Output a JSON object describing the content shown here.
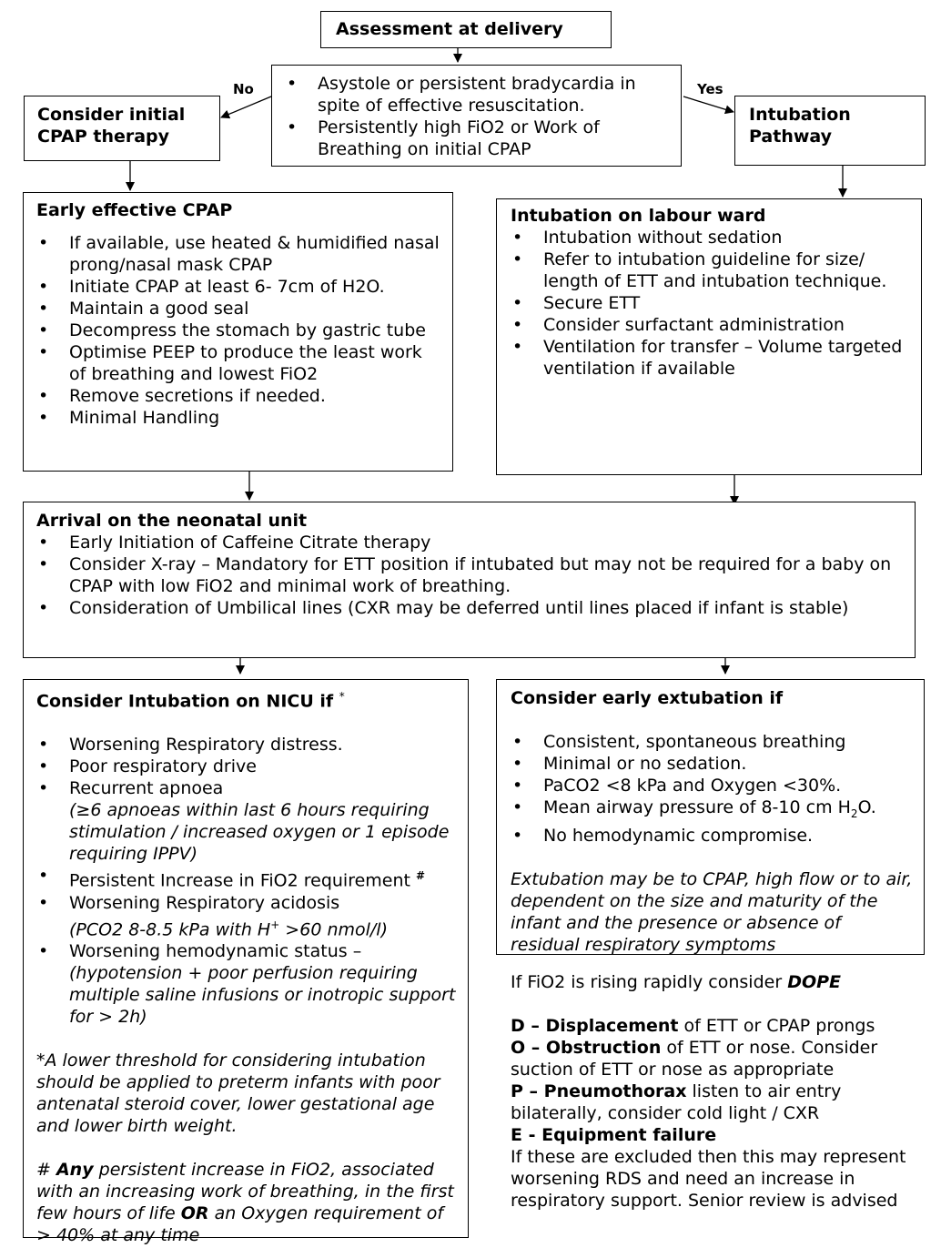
{
  "assessment": "Assessment at delivery",
  "criteria": {
    "items": [
      "Asystole or persistent bradycardia in spite of effective resuscitation.",
      "Persistently high FiO2 or Work of Breathing on initial CPAP"
    ]
  },
  "branch_labels": {
    "no": "No",
    "yes": "Yes"
  },
  "cpap_initial": "Consider initial CPAP therapy",
  "intubation_pathway": "Intubation Pathway",
  "early_cpap": {
    "title": "Early effective CPAP",
    "items": [
      "If available, use heated & humidified nasal prong/nasal mask CPAP",
      "Initiate CPAP at least 6- 7cm of H2O.",
      "Maintain a good seal",
      "Decompress the stomach by gastric tube",
      "Optimise PEEP to produce the least work of breathing and lowest FiO2",
      "Remove secretions if needed.",
      "Minimal Handling"
    ]
  },
  "labour_ward": {
    "title": "Intubation on labour ward",
    "items": [
      "Intubation without sedation",
      "Refer to intubation guideline for size/ length of ETT and intubation technique.",
      "Secure ETT",
      "Consider surfactant administration",
      "Ventilation for transfer – Volume targeted ventilation if available"
    ]
  },
  "arrival": {
    "title": "Arrival on the neonatal unit",
    "items": [
      "Early Initiation of Caffeine Citrate therapy",
      "Consider X-ray – Mandatory for ETT position if intubated but may not be required for a baby on CPAP with low FiO2 and minimal work of breathing.",
      "Consideration of Umbilical lines  (CXR may be deferred until lines placed if infant is stable)"
    ]
  },
  "nicu": {
    "title": "Consider Intubation on NICU if",
    "title_mark": "*",
    "items": {
      "i1": "Worsening Respiratory distress.",
      "i2": "Poor respiratory drive",
      "i3": "Recurrent apnoea",
      "i3_sub": "(≥6 apnoeas within last 6 hours requiring stimulation / increased oxygen or 1 episode requiring IPPV)",
      "i4": "Persistent Increase in FiO2 requirement",
      "i4_mark": "#",
      "i5": "Worsening Respiratory acidosis",
      "i5_sub_a": "(PCO2 8-8.5 kPa with H",
      "i5_sub_sup": "+",
      "i5_sub_b": " >60 nmol/l)",
      "i6": "Worsening hemodynamic status –",
      "i6_sub": "(hypotension + poor perfusion requiring multiple saline infusions or inotropic support for > 2h)"
    },
    "note1": "*A lower threshold for considering intubation should be applied to preterm infants with poor antenatal steroid cover, lower gestational age and lower birth weight.",
    "note2": {
      "a": "# ",
      "b": "Any",
      "c": " persistent increase in FiO2, associated with an increasing work of breathing, in the first few hours of life ",
      "d": "OR",
      "e": " an Oxygen requirement of > 40% at any time"
    }
  },
  "extubation": {
    "title": "Consider early extubation if",
    "items": {
      "i1": "Consistent, spontaneous breathing",
      "i2": "Minimal or no sedation.",
      "i3": "PaCO2 <8 kPa and Oxygen <30%.",
      "i4_a": "Mean airway pressure of 8-10 cm H",
      "i4_sub": "2",
      "i4_b": "O.",
      "i5": "No hemodynamic compromise."
    },
    "note": "Extubation may be to CPAP, high flow or to air, dependent on the size and maturity of the infant and the presence or absence of residual respiratory symptoms"
  },
  "dope": {
    "intro_a": "If FiO2 is rising rapidly consider ",
    "intro_b": "DOPE",
    "d_a": "D – ",
    "d_b": "Displacement",
    "d_c": " of ETT or CPAP prongs",
    "o_a": "O – Obstruction",
    "o_b": " of ETT or nose. Consider suction of ETT or nose as appropriate",
    "p_a": "P – Pneumothorax",
    "p_b": " listen to air entry bilaterally, consider cold light / CXR",
    "e_a": "E - Equipment failure",
    "conclusion": "If these are excluded then this may represent worsening RDS and need an increase in respiratory support. Senior review is advised"
  }
}
